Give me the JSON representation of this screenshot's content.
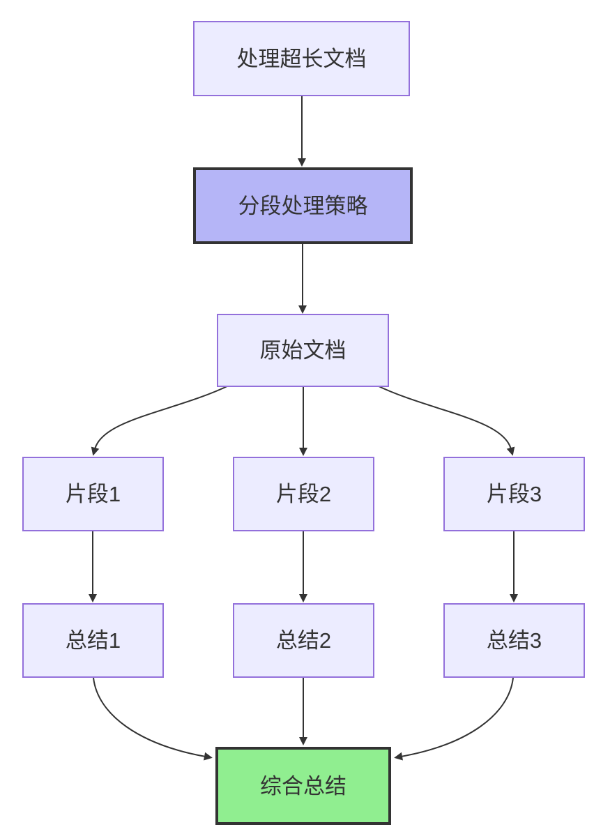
{
  "diagram": {
    "type": "flowchart",
    "direction": "top-down",
    "nodes": [
      {
        "id": "A",
        "label": "处理超长文档",
        "kind": "default"
      },
      {
        "id": "B",
        "label": "分段处理策略",
        "kind": "emphasis"
      },
      {
        "id": "C",
        "label": "原始文档",
        "kind": "default"
      },
      {
        "id": "D",
        "label": "片段1",
        "kind": "default"
      },
      {
        "id": "E",
        "label": "片段2",
        "kind": "default"
      },
      {
        "id": "F",
        "label": "片段3",
        "kind": "default"
      },
      {
        "id": "G",
        "label": "总结1",
        "kind": "default"
      },
      {
        "id": "H",
        "label": "总结2",
        "kind": "default"
      },
      {
        "id": "I",
        "label": "总结3",
        "kind": "default"
      },
      {
        "id": "J",
        "label": "综合总结",
        "kind": "result"
      }
    ],
    "edges": [
      {
        "from": "A",
        "to": "B"
      },
      {
        "from": "B",
        "to": "C"
      },
      {
        "from": "C",
        "to": "D"
      },
      {
        "from": "C",
        "to": "E"
      },
      {
        "from": "C",
        "to": "F"
      },
      {
        "from": "D",
        "to": "G"
      },
      {
        "from": "E",
        "to": "H"
      },
      {
        "from": "F",
        "to": "I"
      },
      {
        "from": "G",
        "to": "J"
      },
      {
        "from": "H",
        "to": "J"
      },
      {
        "from": "I",
        "to": "J"
      }
    ],
    "colors": {
      "background": "#ffffff",
      "node_fill": "#ECECFF",
      "node_border": "#9370DB",
      "emphasis_fill": "#b5b5f7",
      "emphasis_border": "#333333",
      "result_fill": "#90EE90",
      "result_border": "#333333",
      "edge": "#333333",
      "text": "#333333"
    }
  }
}
